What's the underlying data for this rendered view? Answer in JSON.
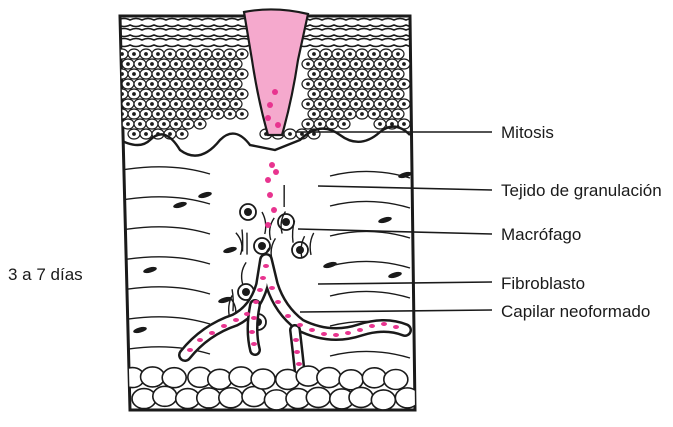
{
  "time_label": "3 a 7 días",
  "labels": {
    "mitosis": "Mitosis",
    "granulation": "Tejido de granulación",
    "macrophage": "Macrófago",
    "fibroblast": "Fibroblasto",
    "capillary": "Capilar neoformado"
  },
  "colors": {
    "ink": "#1a1a1a",
    "magenta": "#e8348f",
    "pink_fill": "#f5a9cd",
    "background": "#ffffff"
  }
}
